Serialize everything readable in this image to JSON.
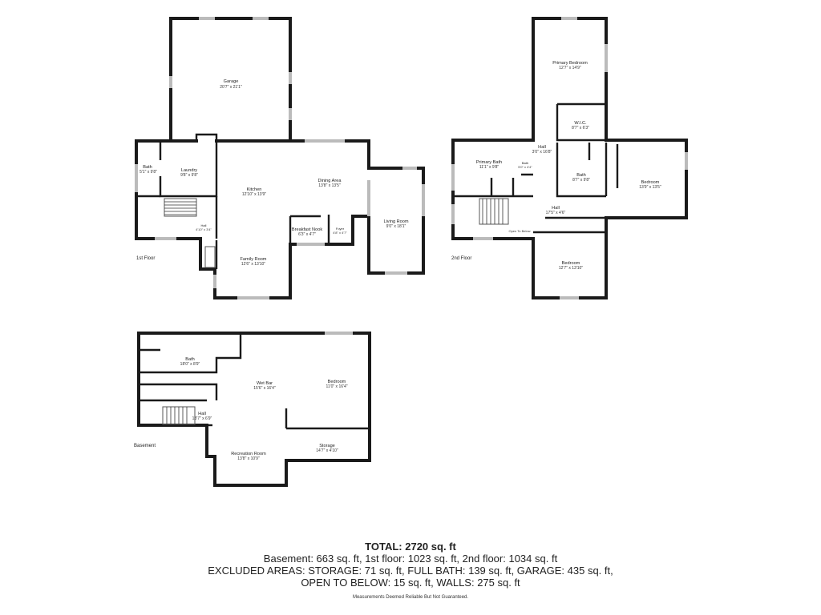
{
  "floors": {
    "first": {
      "label": "1st Floor",
      "rooms": [
        {
          "name": "Garage",
          "dims": "20'7\" x 21'1\""
        },
        {
          "name": "Bath",
          "dims": "5'1\" x 9'8\""
        },
        {
          "name": "Laundry",
          "dims": "9'8\" x 9'8\""
        },
        {
          "name": "Kitchen",
          "dims": "12'10\" x 13'9\""
        },
        {
          "name": "Dining Area",
          "dims": "13'8\" x 13'5\""
        },
        {
          "name": "Hall",
          "dims": "4'10\" x 3'4\""
        },
        {
          "name": "Breakfast Nook",
          "dims": "6'3\" x 4'7\""
        },
        {
          "name": "Foyer",
          "dims": "4'8\" x 4'7\""
        },
        {
          "name": "Living Room",
          "dims": "9'0\" x 18'1\""
        },
        {
          "name": "Family Room",
          "dims": "12'6\" x 13'10\""
        }
      ]
    },
    "second": {
      "label": "2nd Floor",
      "rooms": [
        {
          "name": "Primary Bedroom",
          "dims": "12'7\" x 14'9\""
        },
        {
          "name": "W.I.C.",
          "dims": "8'7\" x 6'3\""
        },
        {
          "name": "Primary Bath",
          "dims": "11'1\" x 9'8\""
        },
        {
          "name": "Bath",
          "dims": "5'0\" x 4'4\""
        },
        {
          "name": "Hall",
          "dims": "3'0\" x 16'8\""
        },
        {
          "name": "Bath",
          "dims": "8'7\" x 9'8\""
        },
        {
          "name": "Bedroom",
          "dims": "13'9\" x 13'5\""
        },
        {
          "name": "Hall",
          "dims": "17'5\" x 4'6\""
        },
        {
          "name": "Bedroom",
          "dims": "12'7\" x 13'10\""
        }
      ],
      "notes": {
        "open_to_below": "Open To Below"
      }
    },
    "basement": {
      "label": "Basement",
      "rooms": [
        {
          "name": "Bath",
          "dims": "18'0\" x 8'9\""
        },
        {
          "name": "Wet Bar",
          "dims": "15'6\" x 16'4\""
        },
        {
          "name": "Bedroom",
          "dims": "11'0\" x 16'4\""
        },
        {
          "name": "Hall",
          "dims": "13'7\" x 6'9\""
        },
        {
          "name": "Recreation Room",
          "dims": "13'8\" x 10'9\""
        },
        {
          "name": "Storage",
          "dims": "14'7\" x 4'10\""
        }
      ]
    }
  },
  "summary": {
    "total": "TOTAL: 2720 sq. ft",
    "line1": "Basement: 663 sq. ft, 1st floor: 1023 sq. ft, 2nd floor: 1034 sq. ft",
    "line2": "EXCLUDED AREAS: STORAGE: 71 sq. ft, FULL BATH: 139 sq. ft, GARAGE: 435 sq. ft,",
    "line3": "OPEN TO BELOW: 15 sq. ft, WALLS: 275 sq. ft",
    "disclaimer": "Measurements Deemed Reliable But Not Guaranteed."
  }
}
